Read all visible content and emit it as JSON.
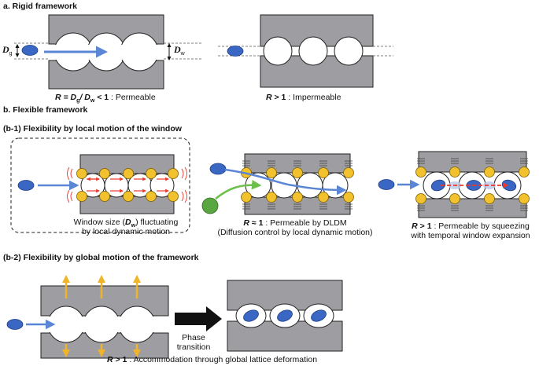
{
  "sections": {
    "a_title": "a. Rigid framework",
    "b_title": "b. Flexible framework",
    "b1_title": "(b-1) Flexibility by local motion of the window",
    "b2_title": "(b-2) Flexibility by global motion of the framework"
  },
  "rigid": {
    "dg_label": "D",
    "dg_sub": "g",
    "dw_label": "D",
    "dw_sub": "w",
    "left_caption": {
      "r": "R",
      "eq1": " = D",
      "sub_g": "g",
      "slash": "/ D",
      "sub_w": "w",
      "lt": " < 1",
      "rest": " : Permeable"
    },
    "right_caption": {
      "r": "R",
      "gt": " > 1",
      "rest": " : Impermeable"
    }
  },
  "local": {
    "box_line1_a": "Window size (",
    "box_line1_d": "D",
    "box_line1_sub": "w",
    "box_line1_b": ") fluctuating",
    "box_line2": "by local dynamic motion",
    "mid_line1_r": "R",
    "mid_line1_approx": " ≈ 1",
    "mid_line1_rest": " : Permeable by DLDM",
    "mid_line2": "(Diffusion control by local dynamic motion)",
    "right_line1_r": "R",
    "right_line1_gt": " > 1",
    "right_line1_rest": " : Permeable by squeezing",
    "right_line2": "with temporal window expansion"
  },
  "global": {
    "phase_line1": "Phase",
    "phase_line2": "transition",
    "caption_r": "R",
    "caption_gt": " > 1",
    "caption_rest": " : Accommodation through global lattice deformation"
  },
  "colors": {
    "framework": "#9e9ea2",
    "guest_blue": "#3a66c4",
    "guest_green": "#5aa642",
    "node_yellow": "#f2c12e",
    "arrow_blue": "#5b86d6",
    "arrow_red": "#e8392c",
    "arrow_yellow": "#f0b429",
    "arrow_green": "#6bbf4a"
  }
}
